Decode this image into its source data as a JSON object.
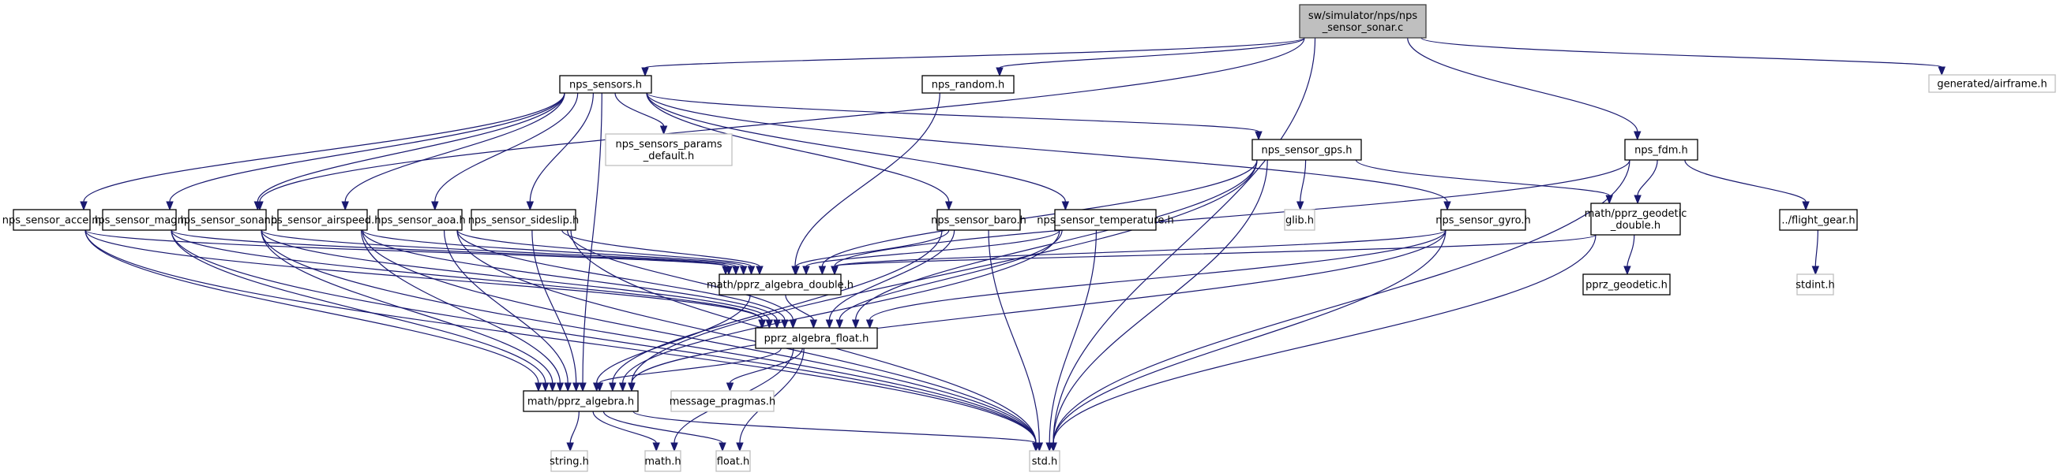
{
  "diagram": {
    "type": "include-dependency-graph",
    "colors": {
      "edge": "#191970",
      "root_fill": "#bfbfbf",
      "root_border": "#404040",
      "documented_border": "#000000",
      "external_border": "#bfbfbf",
      "node_fill": "#ffffff"
    },
    "nodes": [
      {
        "id": "root",
        "lines": [
          "sw/simulator/nps/nps",
          "_sensor_sonar.c"
        ],
        "kind": "root"
      },
      {
        "id": "nps_sensors",
        "lines": [
          "nps_sensors.h"
        ],
        "kind": "documented"
      },
      {
        "id": "nps_random",
        "lines": [
          "nps_random.h"
        ],
        "kind": "documented"
      },
      {
        "id": "airframe",
        "lines": [
          "generated/airframe.h"
        ],
        "kind": "external"
      },
      {
        "id": "params_default",
        "lines": [
          "nps_sensors_params",
          "_default.h"
        ],
        "kind": "external"
      },
      {
        "id": "gps",
        "lines": [
          "nps_sensor_gps.h"
        ],
        "kind": "documented"
      },
      {
        "id": "fdm",
        "lines": [
          "nps_fdm.h"
        ],
        "kind": "documented"
      },
      {
        "id": "accel",
        "lines": [
          "nps_sensor_accel.h"
        ],
        "kind": "documented"
      },
      {
        "id": "mag",
        "lines": [
          "nps_sensor_mag.h"
        ],
        "kind": "documented"
      },
      {
        "id": "sonar",
        "lines": [
          "nps_sensor_sonar.h"
        ],
        "kind": "documented"
      },
      {
        "id": "airspeed",
        "lines": [
          "nps_sensor_airspeed.h"
        ],
        "kind": "documented"
      },
      {
        "id": "aoa",
        "lines": [
          "nps_sensor_aoa.h"
        ],
        "kind": "documented"
      },
      {
        "id": "sideslip",
        "lines": [
          "nps_sensor_sideslip.h"
        ],
        "kind": "documented"
      },
      {
        "id": "baro",
        "lines": [
          "nps_sensor_baro.h"
        ],
        "kind": "documented"
      },
      {
        "id": "temperature",
        "lines": [
          "nps_sensor_temperature.h"
        ],
        "kind": "documented"
      },
      {
        "id": "glib",
        "lines": [
          "glib.h"
        ],
        "kind": "external"
      },
      {
        "id": "gyro",
        "lines": [
          "nps_sensor_gyro.h"
        ],
        "kind": "documented"
      },
      {
        "id": "geodetic_double",
        "lines": [
          "math/pprz_geodetic",
          "_double.h"
        ],
        "kind": "documented"
      },
      {
        "id": "flight_gear",
        "lines": [
          "../flight_gear.h"
        ],
        "kind": "documented"
      },
      {
        "id": "algebra_double",
        "lines": [
          "math/pprz_algebra_double.h"
        ],
        "kind": "documented"
      },
      {
        "id": "geodetic",
        "lines": [
          "pprz_geodetic.h"
        ],
        "kind": "documented"
      },
      {
        "id": "stdint",
        "lines": [
          "stdint.h"
        ],
        "kind": "external"
      },
      {
        "id": "algebra_float",
        "lines": [
          "pprz_algebra_float.h"
        ],
        "kind": "documented"
      },
      {
        "id": "algebra",
        "lines": [
          "math/pprz_algebra.h"
        ],
        "kind": "documented"
      },
      {
        "id": "message_pragmas",
        "lines": [
          "message_pragmas.h"
        ],
        "kind": "external"
      },
      {
        "id": "string",
        "lines": [
          "string.h"
        ],
        "kind": "external"
      },
      {
        "id": "math",
        "lines": [
          "math.h"
        ],
        "kind": "external"
      },
      {
        "id": "float",
        "lines": [
          "float.h"
        ],
        "kind": "external"
      },
      {
        "id": "std",
        "lines": [
          "std.h"
        ],
        "kind": "external"
      }
    ],
    "edges": [
      [
        "root",
        "nps_sensors"
      ],
      [
        "root",
        "nps_random"
      ],
      [
        "root",
        "airframe"
      ],
      [
        "root",
        "fdm"
      ],
      [
        "root",
        "sonar"
      ],
      [
        "root",
        "std"
      ],
      [
        "nps_sensors",
        "params_default"
      ],
      [
        "nps_sensors",
        "gps"
      ],
      [
        "nps_sensors",
        "accel"
      ],
      [
        "nps_sensors",
        "mag"
      ],
      [
        "nps_sensors",
        "sonar"
      ],
      [
        "nps_sensors",
        "airspeed"
      ],
      [
        "nps_sensors",
        "aoa"
      ],
      [
        "nps_sensors",
        "sideslip"
      ],
      [
        "nps_sensors",
        "baro"
      ],
      [
        "nps_sensors",
        "temperature"
      ],
      [
        "nps_sensors",
        "gyro"
      ],
      [
        "nps_sensors",
        "algebra"
      ],
      [
        "nps_random",
        "algebra_double"
      ],
      [
        "gps",
        "algebra_double"
      ],
      [
        "gps",
        "glib"
      ],
      [
        "gps",
        "geodetic_double"
      ],
      [
        "gps",
        "algebra"
      ],
      [
        "gps",
        "std"
      ],
      [
        "gps",
        "algebra_float"
      ],
      [
        "fdm",
        "geodetic_double"
      ],
      [
        "fdm",
        "flight_gear"
      ],
      [
        "fdm",
        "algebra_double"
      ],
      [
        "fdm",
        "std"
      ],
      [
        "accel",
        "algebra_double"
      ],
      [
        "accel",
        "algebra_float"
      ],
      [
        "accel",
        "algebra"
      ],
      [
        "accel",
        "std"
      ],
      [
        "mag",
        "algebra_double"
      ],
      [
        "mag",
        "algebra_float"
      ],
      [
        "mag",
        "algebra"
      ],
      [
        "mag",
        "std"
      ],
      [
        "sonar",
        "algebra_double"
      ],
      [
        "sonar",
        "algebra_float"
      ],
      [
        "sonar",
        "algebra"
      ],
      [
        "sonar",
        "std"
      ],
      [
        "airspeed",
        "algebra_double"
      ],
      [
        "airspeed",
        "algebra_float"
      ],
      [
        "airspeed",
        "algebra"
      ],
      [
        "airspeed",
        "std"
      ],
      [
        "aoa",
        "algebra_double"
      ],
      [
        "aoa",
        "algebra_float"
      ],
      [
        "aoa",
        "algebra"
      ],
      [
        "aoa",
        "std"
      ],
      [
        "sideslip",
        "algebra_double"
      ],
      [
        "sideslip",
        "algebra_float"
      ],
      [
        "sideslip",
        "algebra"
      ],
      [
        "sideslip",
        "std"
      ],
      [
        "baro",
        "algebra_double"
      ],
      [
        "baro",
        "algebra_float"
      ],
      [
        "baro",
        "algebra"
      ],
      [
        "baro",
        "std"
      ],
      [
        "temperature",
        "algebra_double"
      ],
      [
        "temperature",
        "algebra_float"
      ],
      [
        "temperature",
        "algebra"
      ],
      [
        "temperature",
        "std"
      ],
      [
        "gyro",
        "algebra_double"
      ],
      [
        "gyro",
        "algebra_float"
      ],
      [
        "gyro",
        "algebra"
      ],
      [
        "gyro",
        "std"
      ],
      [
        "geodetic_double",
        "geodetic"
      ],
      [
        "geodetic_double",
        "algebra_double"
      ],
      [
        "geodetic_double",
        "std"
      ],
      [
        "flight_gear",
        "stdint"
      ],
      [
        "algebra_double",
        "algebra_float"
      ],
      [
        "algebra_double",
        "algebra"
      ],
      [
        "algebra_float",
        "algebra"
      ],
      [
        "algebra_float",
        "message_pragmas"
      ],
      [
        "algebra_float",
        "math"
      ],
      [
        "algebra_float",
        "float"
      ],
      [
        "algebra",
        "string"
      ],
      [
        "algebra",
        "math"
      ],
      [
        "algebra",
        "float"
      ],
      [
        "algebra",
        "std"
      ]
    ]
  }
}
